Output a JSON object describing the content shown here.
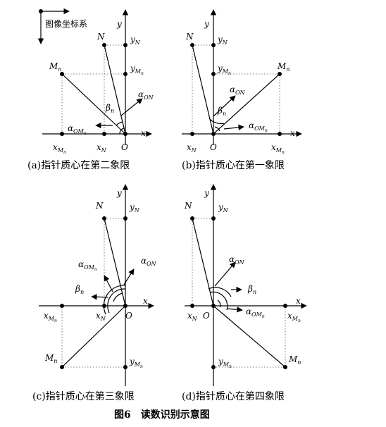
{
  "legend": {
    "text": "图像坐标系"
  },
  "labels": {
    "x": "x",
    "y": "y",
    "O": "O",
    "N": "N",
    "M": "M",
    "n": "n",
    "alpha": "α",
    "beta": "β",
    "ON": "ON",
    "OM": "OM"
  },
  "panels": [
    {
      "id": "a",
      "caption": "(a)指针质心在第二象限"
    },
    {
      "id": "b",
      "caption": "(b)指针质心在第一象限"
    },
    {
      "id": "c",
      "caption": "(c)指针质心在第三象限"
    },
    {
      "id": "d",
      "caption": "(d)指针质心在第四象限"
    }
  ],
  "figure_caption": "图6　读数识别示意图"
}
